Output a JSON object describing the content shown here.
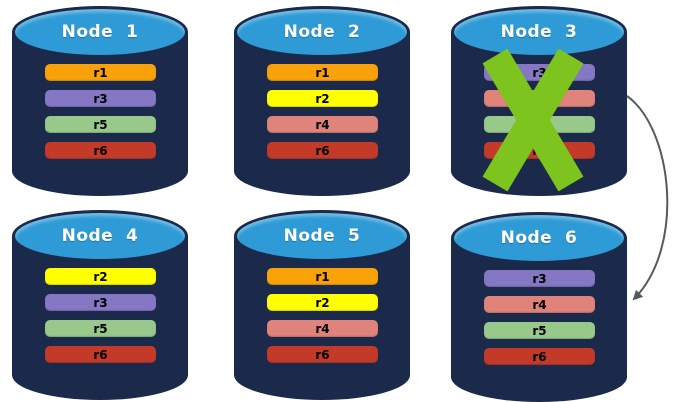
{
  "colors": {
    "cylinder_body": "#1B2A4B",
    "cylinder_top": "#2E9BD6",
    "title_text": "#FFFFFF",
    "bar_text": "#000000",
    "failure_x": "#7DC41F",
    "arrow": "#58595B",
    "r1": "#F9A109",
    "r2": "#FFFF00",
    "r3": "#8577C4",
    "r4": "#DF837B",
    "r5": "#98C98A",
    "r6": "#C43A28"
  },
  "nodes": [
    {
      "label": "Node  1",
      "failed": false,
      "replicas": [
        {
          "name": "r1",
          "color": "#F9A109"
        },
        {
          "name": "r3",
          "color": "#8577C4"
        },
        {
          "name": "r5",
          "color": "#98C98A"
        },
        {
          "name": "r6",
          "color": "#C43A28"
        }
      ]
    },
    {
      "label": "Node  2",
      "failed": false,
      "replicas": [
        {
          "name": "r1",
          "color": "#F9A109"
        },
        {
          "name": "r2",
          "color": "#FFFF00"
        },
        {
          "name": "r4",
          "color": "#DF837B"
        },
        {
          "name": "r6",
          "color": "#C43A28"
        }
      ]
    },
    {
      "label": "Node  3",
      "failed": true,
      "replicas": [
        {
          "name": "r3",
          "color": "#8577C4"
        },
        {
          "name": "r4",
          "color": "#DF837B"
        },
        {
          "name": "r5",
          "color": "#98C98A"
        },
        {
          "name": "r6",
          "color": "#C43A28"
        }
      ]
    },
    {
      "label": "Node  4",
      "failed": false,
      "replicas": [
        {
          "name": "r2",
          "color": "#FFFF00"
        },
        {
          "name": "r3",
          "color": "#8577C4"
        },
        {
          "name": "r5",
          "color": "#98C98A"
        },
        {
          "name": "r6",
          "color": "#C43A28"
        }
      ]
    },
    {
      "label": "Node  5",
      "failed": false,
      "replicas": [
        {
          "name": "r1",
          "color": "#F9A109"
        },
        {
          "name": "r2",
          "color": "#FFFF00"
        },
        {
          "name": "r4",
          "color": "#DF837B"
        },
        {
          "name": "r6",
          "color": "#C43A28"
        }
      ]
    },
    {
      "label": "Node  6",
      "failed": false,
      "replicas": [
        {
          "name": "r3",
          "color": "#8577C4"
        },
        {
          "name": "r4",
          "color": "#DF837B"
        },
        {
          "name": "r5",
          "color": "#98C98A"
        },
        {
          "name": "r6",
          "color": "#C43A28"
        }
      ]
    }
  ],
  "failure": {
    "node": "Node 3",
    "icon": "x-mark"
  },
  "arrow": {
    "from": "Node 3",
    "to": "Node 6"
  }
}
